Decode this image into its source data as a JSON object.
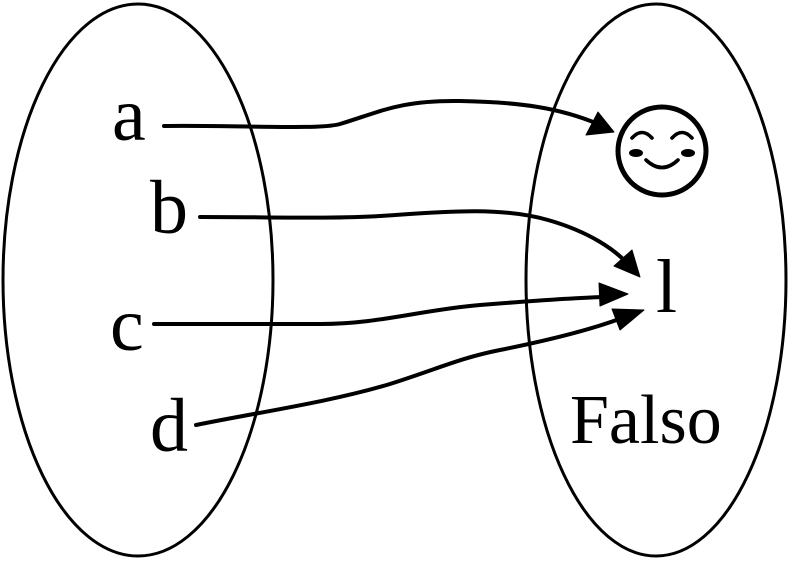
{
  "diagram": {
    "domain_set": {
      "elements": [
        "a",
        "b",
        "c",
        "d"
      ]
    },
    "codomain_set": {
      "elements": [
        "smiley-face",
        "l"
      ],
      "caption": "Falso"
    },
    "mappings": [
      {
        "from": "a",
        "to": "smiley-face"
      },
      {
        "from": "b",
        "to": "l"
      },
      {
        "from": "c",
        "to": "l"
      },
      {
        "from": "d",
        "to": "l"
      }
    ],
    "icons": {
      "smiley": "smiling-face-icon"
    },
    "colors": {
      "ink": "#000000",
      "background": "#ffffff"
    }
  }
}
